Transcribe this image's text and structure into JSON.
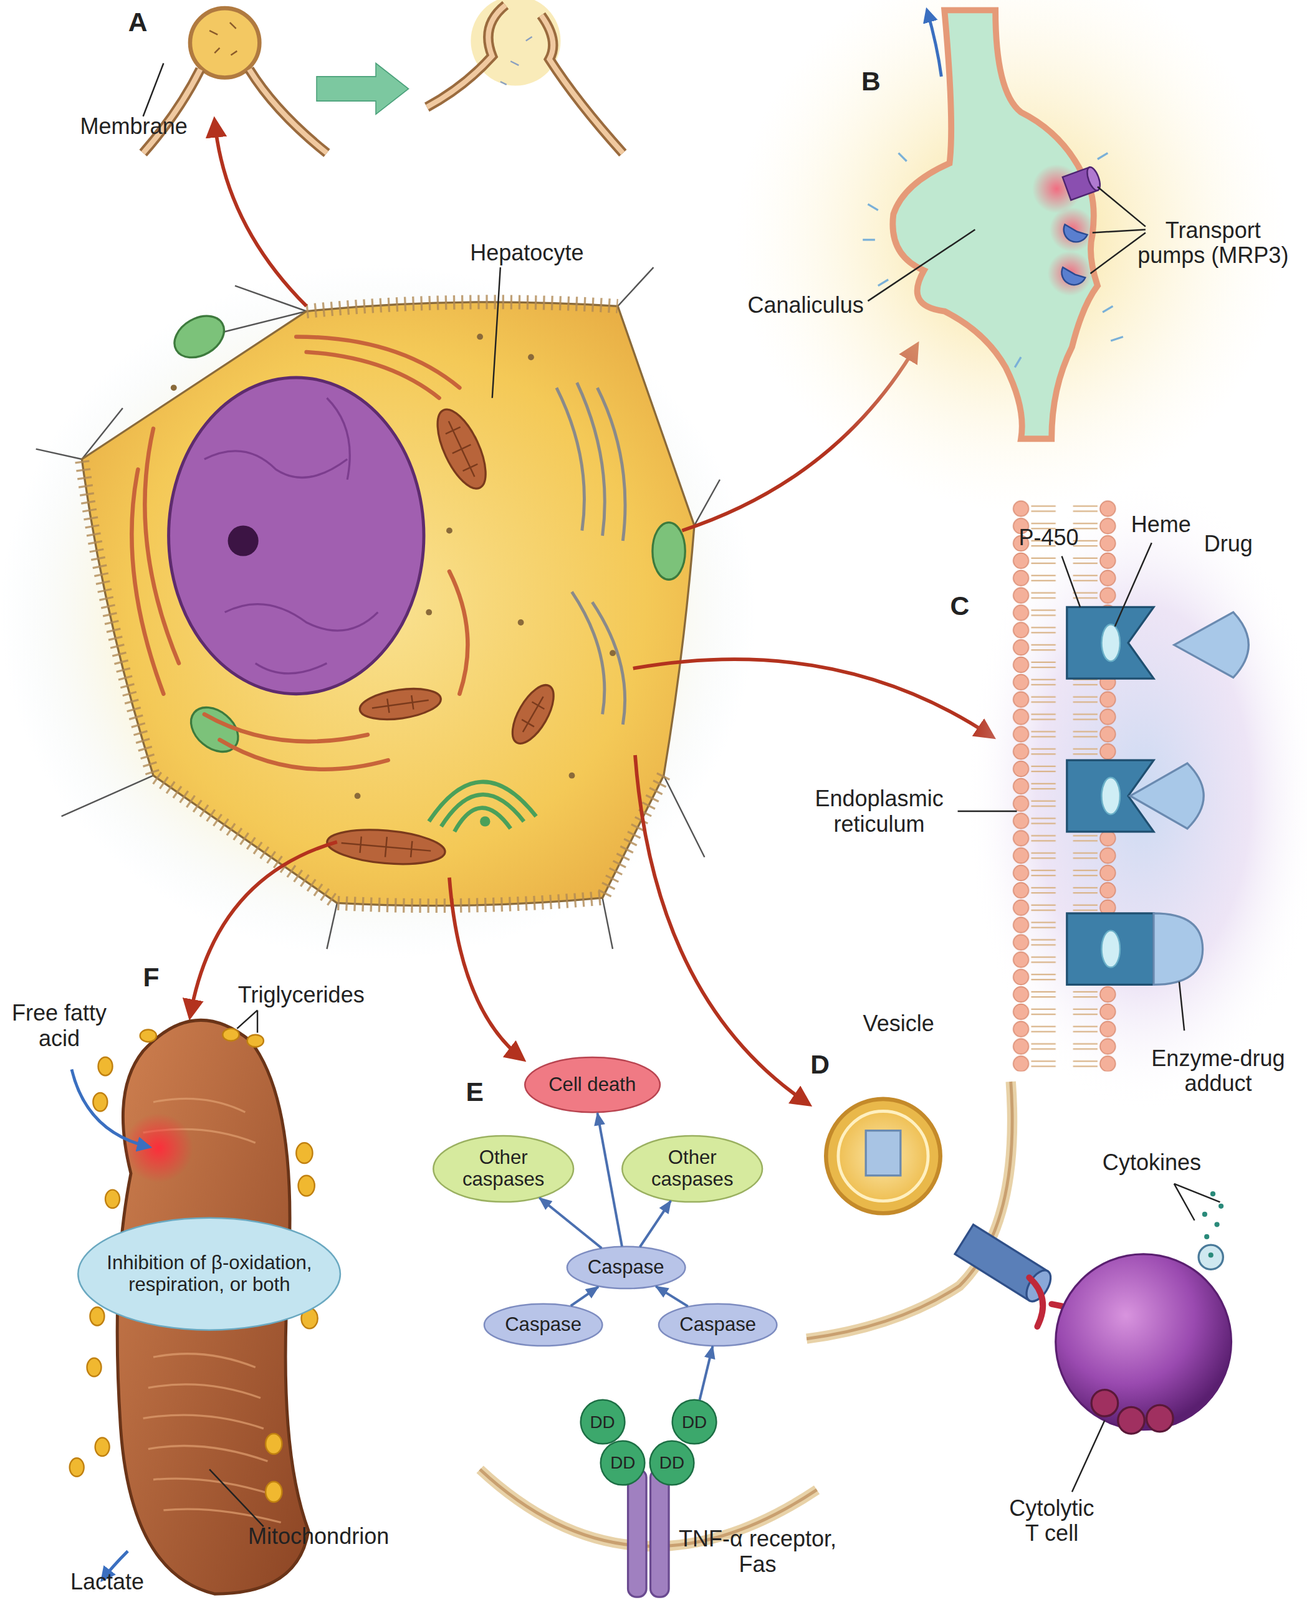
{
  "diagram": {
    "nodes": [
      {
        "text": [
          "Cell death"
        ]
      },
      {
        "text": [
          "Other caspases"
        ]
      },
      {
        "text": [
          "Other caspases"
        ]
      },
      {
        "text": [
          "Caspase"
        ]
      },
      {
        "text": [
          "Caspase"
        ]
      },
      {
        "text": [
          "Caspase"
        ]
      },
      {
        "text": [
          "DD"
        ]
      },
      {
        "text": [
          "DD"
        ]
      },
      {
        "text": [
          "DD"
        ]
      },
      {
        "text": [
          "DD"
        ]
      },
      {
        "text": [
          "Inhibition of β-oxidation, respiration, or both"
        ]
      }
    ],
    "edges": [
      {
        "from": 4,
        "to": 3,
        "arrow": "to"
      },
      {
        "from": 5,
        "to": 3,
        "arrow": "to"
      },
      {
        "from": 3,
        "to": 1,
        "arrow": "to"
      },
      {
        "from": 3,
        "to": 2,
        "arrow": "to"
      },
      {
        "from": 3,
        "to": 0,
        "arrow": "to"
      },
      {
        "from": 7,
        "to": 5,
        "arrow": "to"
      }
    ],
    "labels": [
      "A",
      "Membrane",
      "B",
      "Canaliculus",
      "Transport pumps (MRP3)",
      "Hepatocyte",
      "P-450",
      "Heme",
      "Drug",
      "C",
      "Endoplasmic reticulum",
      "Enzyme-drug adduct",
      "Vesicle",
      "F",
      "Free fatty acid",
      "Triglycerides",
      "D",
      "E",
      "Cytokines",
      "TNF-α receptor, Fas",
      "Mitochondrion",
      "Cytolytic T cell",
      "Lactate"
    ]
  }
}
